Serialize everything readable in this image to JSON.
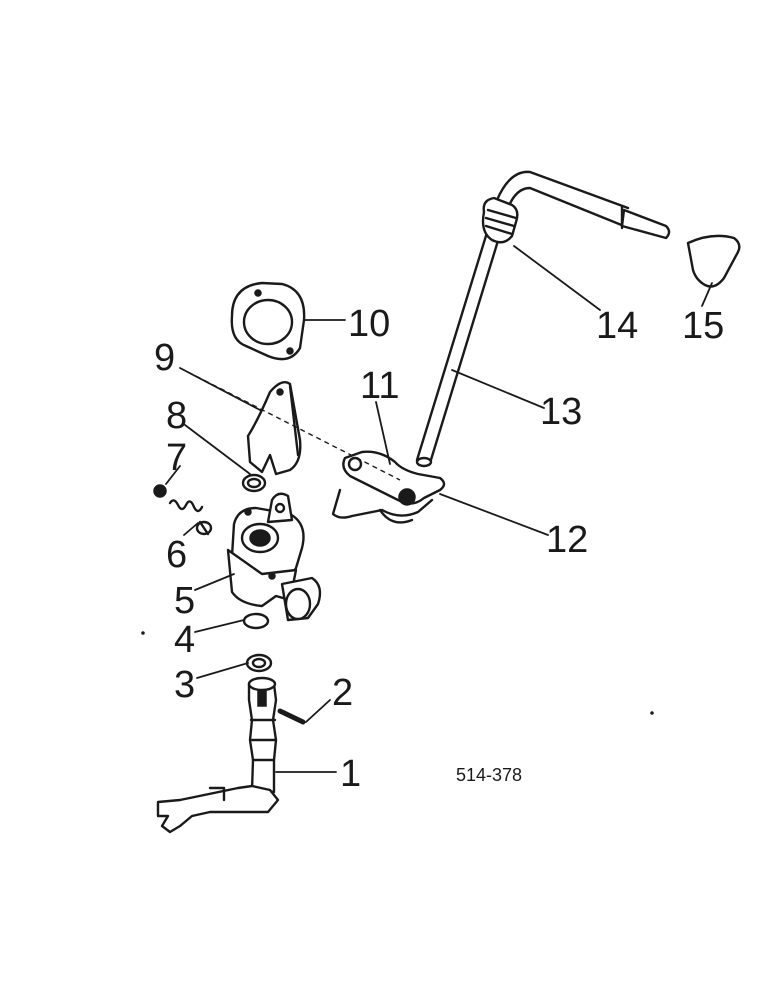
{
  "diagram": {
    "reference_code": "514-378",
    "callouts": [
      "1",
      "2",
      "3",
      "4",
      "5",
      "6",
      "7",
      "8",
      "9",
      "10",
      "11",
      "12",
      "13",
      "14",
      "15"
    ]
  }
}
